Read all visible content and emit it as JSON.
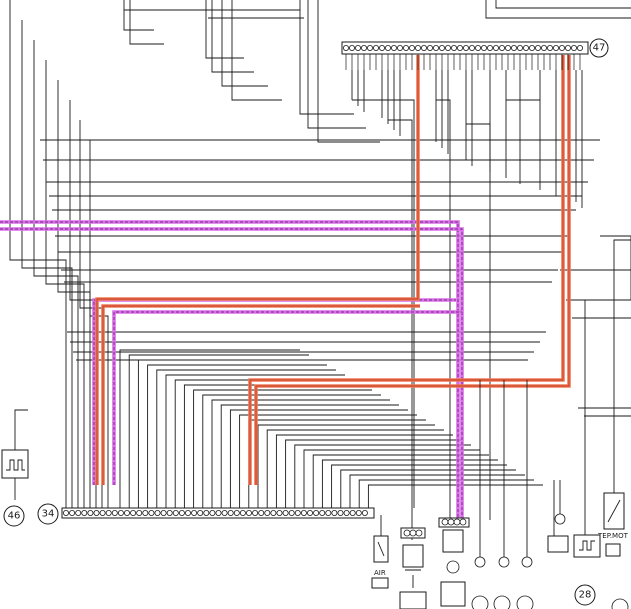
{
  "connectors": {
    "c34": {
      "label": "34"
    },
    "c46": {
      "label": "46"
    },
    "c47": {
      "label": "47"
    },
    "c28": {
      "label": "28"
    }
  },
  "labels": {
    "air": "AIR",
    "tep_mot": "TEP.MOT"
  },
  "colors": {
    "wire": "#1a1a1a",
    "highlight_red": "#f07a5a",
    "highlight_magenta": "#d86fe6"
  },
  "icons": [
    "pulse-sensor-icon",
    "thermistor-icon",
    "plug-connector-icon",
    "fuse-icon",
    "arrow-up-icon"
  ]
}
